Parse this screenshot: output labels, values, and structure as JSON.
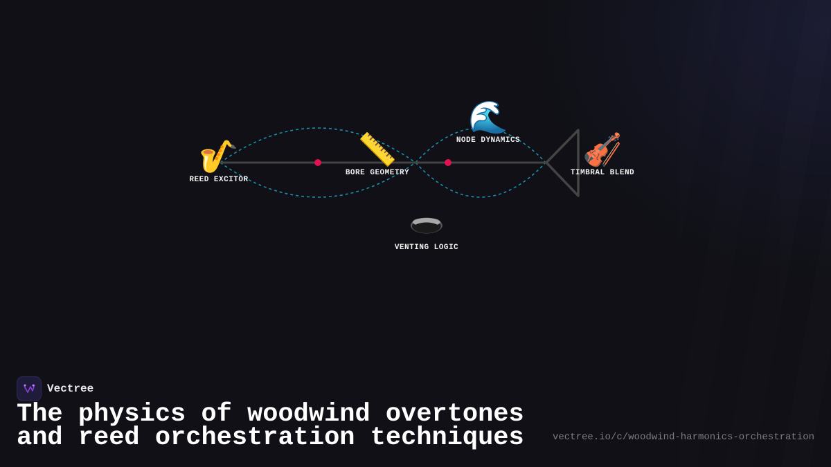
{
  "diagram": {
    "nodes": [
      {
        "id": "reed",
        "label": "REED EXCITOR",
        "icon": "saxophone-icon",
        "glyph": "🎷"
      },
      {
        "id": "bore",
        "label": "BORE GEOMETRY",
        "icon": "ruler-icon",
        "glyph": "📏"
      },
      {
        "id": "node",
        "label": "NODE DYNAMICS",
        "icon": "wave-icon",
        "glyph": "🌊"
      },
      {
        "id": "vent",
        "label": "VENTING LOGIC",
        "icon": "hole-icon",
        "glyph": ""
      },
      {
        "id": "timbre",
        "label": "TIMBRAL BLEND",
        "icon": "violin-icon",
        "glyph": "🎻"
      }
    ],
    "colors": {
      "axis": "#444444",
      "wave": "#1b8fab",
      "node_marker": "#e0124f",
      "bell": "#444444"
    }
  },
  "brand": {
    "name": "Vectree",
    "logo_icon": "vectree-logo-icon",
    "accent": "#8b3fd9"
  },
  "headline": {
    "line1": "The physics of woodwind overtones",
    "line2": "and reed orchestration techniques"
  },
  "url": "vectree.io/c/woodwind-harmonics-orchestration"
}
